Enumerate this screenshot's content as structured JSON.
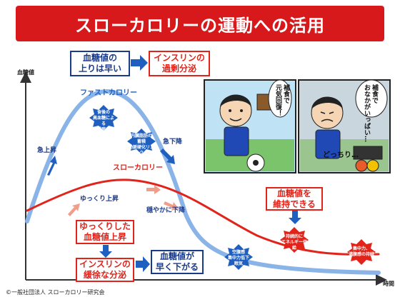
{
  "title": "スローカロリーの運動への活用",
  "axis": {
    "y_label": "血糖値",
    "x_label": "時間"
  },
  "curves": {
    "fast_label": "ファストカロリー",
    "slow_label": "スローカロリー"
  },
  "fast": {
    "rise": "急上昇",
    "fall": "急下降",
    "star1": "食後の\n高血糖による\n糖尿病リスク",
    "star2": "内臓脂肪の\n蓄積\n動脈硬化リスク",
    "star3": "空腹感\n集中力低下\n眠気"
  },
  "slow": {
    "rise": "ゆっくり上昇",
    "fall": "穏やかに下降",
    "star1": "持続的に\nエネルギー供給",
    "star2": "集中力、\n満腹感の持続"
  },
  "boxes": {
    "top_left": "血糖値の\n上りは早い",
    "top_right": "インスリンの\n過剰分泌",
    "mid_left": "ゆっくりした\n血糖値上昇",
    "bottom_left": "インスリンの\n緩徐な分泌",
    "bottom_mid": "血糖値が\n早く下がる",
    "right": "血糖値を\n維持できる"
  },
  "manga": {
    "bubble1": "補食で\n元気回復！",
    "bubble2": "補食で\nおなかがいっぱい…",
    "sfx": "どっちり…"
  },
  "copyright": "©一般社団法人 スローカロリー研究会",
  "colors": {
    "title_bg": "#d7191c",
    "fast_curve": "#8ab4e8",
    "slow_curve": "#e2231a",
    "accent_blue": "#1e5fbf"
  }
}
